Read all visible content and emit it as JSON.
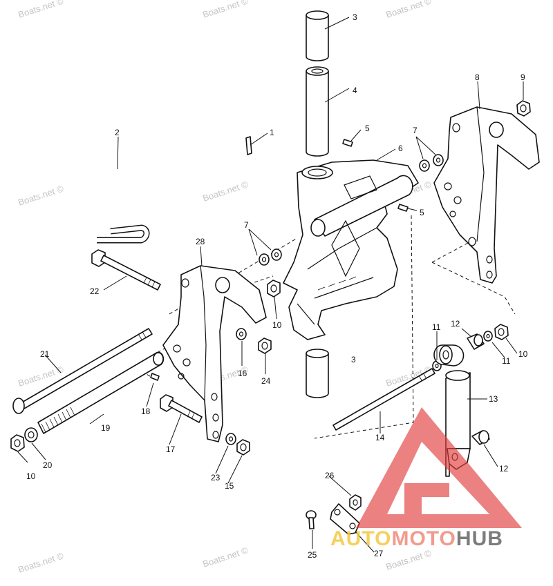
{
  "watermark": "Boats.net ©",
  "logo": {
    "text_a": "AUTO",
    "text_b": "MOTO",
    "text_c": "HUB",
    "color_a": "#f5c842",
    "color_b": "#f08a7a",
    "color_c": "#666666",
    "triangle_color": "#e03a3a"
  },
  "callouts": [
    {
      "id": "c1",
      "label": "1"
    },
    {
      "id": "c2",
      "label": "2"
    },
    {
      "id": "c3a",
      "label": "3"
    },
    {
      "id": "c3b",
      "label": "3"
    },
    {
      "id": "c4",
      "label": "4"
    },
    {
      "id": "c5a",
      "label": "5"
    },
    {
      "id": "c5b",
      "label": "5"
    },
    {
      "id": "c6",
      "label": "6"
    },
    {
      "id": "c7a",
      "label": "7"
    },
    {
      "id": "c7b",
      "label": "7"
    },
    {
      "id": "c8",
      "label": "8"
    },
    {
      "id": "c9",
      "label": "9"
    },
    {
      "id": "c10a",
      "label": "10"
    },
    {
      "id": "c10b",
      "label": "10"
    },
    {
      "id": "c10c",
      "label": "10"
    },
    {
      "id": "c11a",
      "label": "11"
    },
    {
      "id": "c11b",
      "label": "11"
    },
    {
      "id": "c12a",
      "label": "12"
    },
    {
      "id": "c12b",
      "label": "12"
    },
    {
      "id": "c13",
      "label": "13"
    },
    {
      "id": "c14",
      "label": "14"
    },
    {
      "id": "c15",
      "label": "15"
    },
    {
      "id": "c16",
      "label": "16"
    },
    {
      "id": "c17",
      "label": "17"
    },
    {
      "id": "c18",
      "label": "18"
    },
    {
      "id": "c19",
      "label": "19"
    },
    {
      "id": "c20",
      "label": "20"
    },
    {
      "id": "c21",
      "label": "21"
    },
    {
      "id": "c22",
      "label": "22"
    },
    {
      "id": "c23",
      "label": "23"
    },
    {
      "id": "c24",
      "label": "24"
    },
    {
      "id": "c25",
      "label": "25"
    },
    {
      "id": "c26",
      "label": "26"
    },
    {
      "id": "c27",
      "label": "27"
    },
    {
      "id": "c28",
      "label": "28"
    }
  ]
}
